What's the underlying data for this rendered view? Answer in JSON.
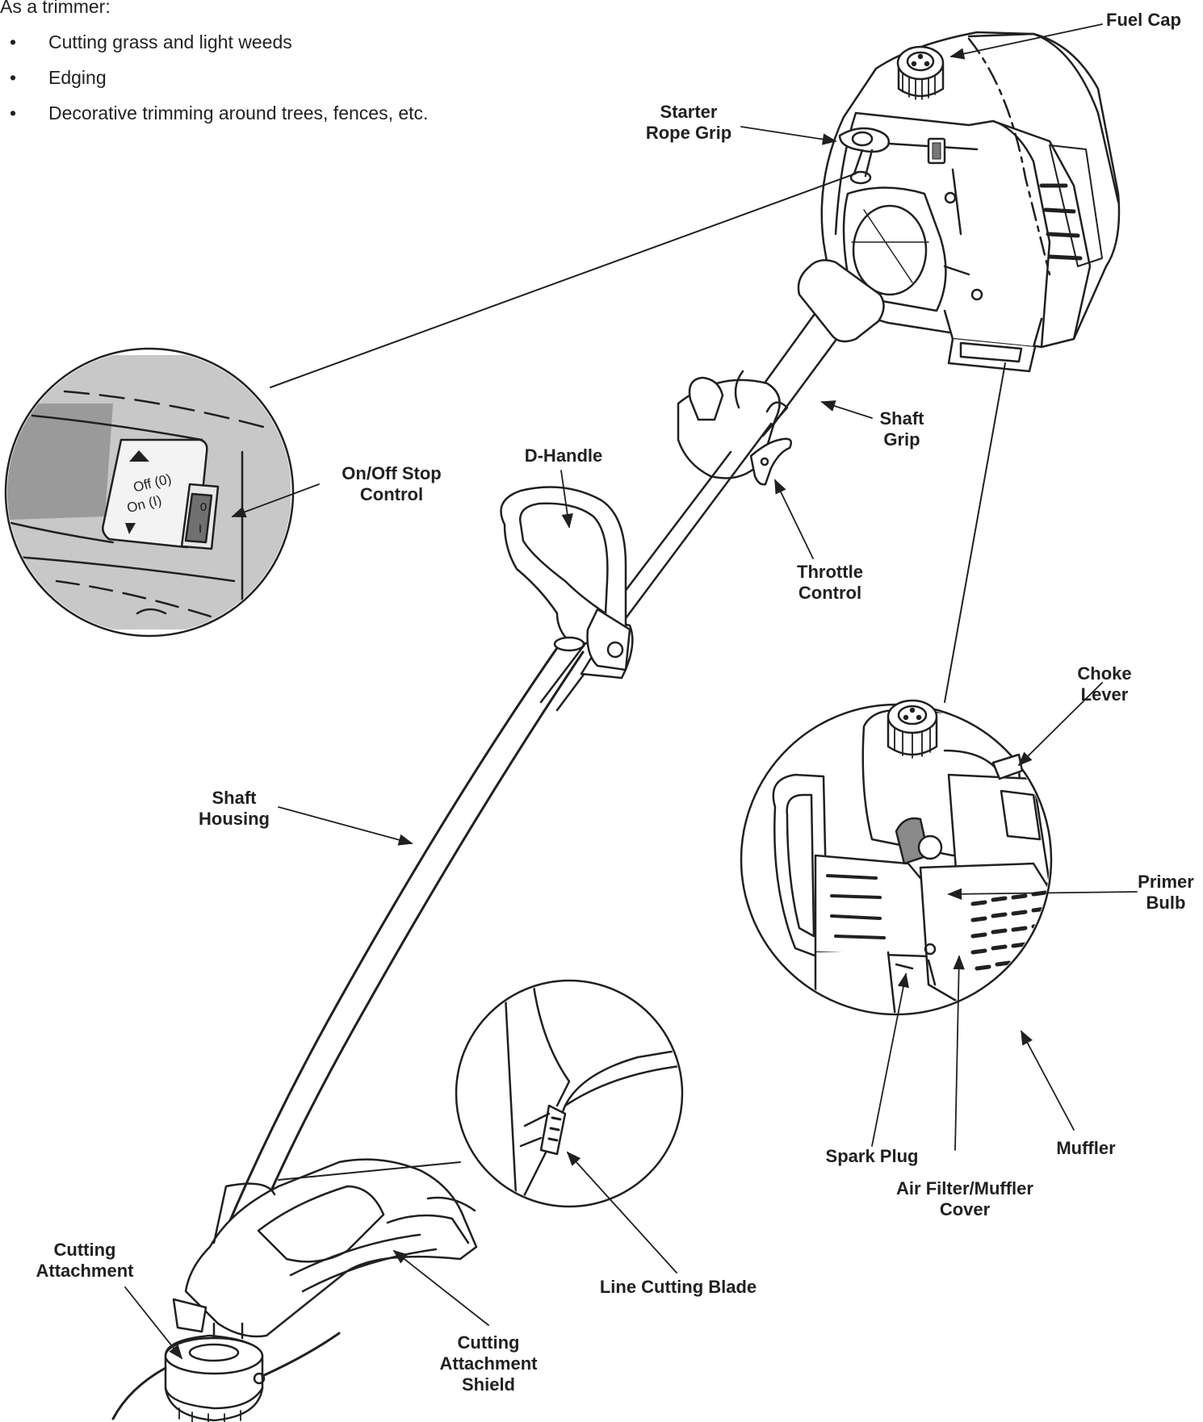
{
  "intro": {
    "heading": "As a trimmer:",
    "bullets": [
      "Cutting grass and light weeds",
      "Edging",
      "Decorative trimming around trees, fences, etc."
    ]
  },
  "labels": {
    "fuel_cap": "Fuel Cap",
    "starter_rope_grip": "Starter\nRope Grip",
    "on_off_stop_control": "On/Off Stop\nControl",
    "d_handle": "D-Handle",
    "shaft_grip": "Shaft\nGrip",
    "throttle_control": "Throttle\nControl",
    "choke_lever": "Choke\nLever",
    "primer_bulb": "Primer\nBulb",
    "shaft_housing": "Shaft\nHousing",
    "spark_plug": "Spark Plug",
    "muffler": "Muffler",
    "air_filter_muffler_cover": "Air Filter/Muffler\nCover",
    "line_cutting_blade": "Line Cutting Blade",
    "cutting_attachment": "Cutting\nAttachment",
    "cutting_attachment_shield": "Cutting\nAttachment\nShield"
  },
  "switch_inset": {
    "off_text": "Off (0)",
    "on_text": "On (I)",
    "switch_off_mark": "0",
    "switch_on_mark": "I"
  }
}
